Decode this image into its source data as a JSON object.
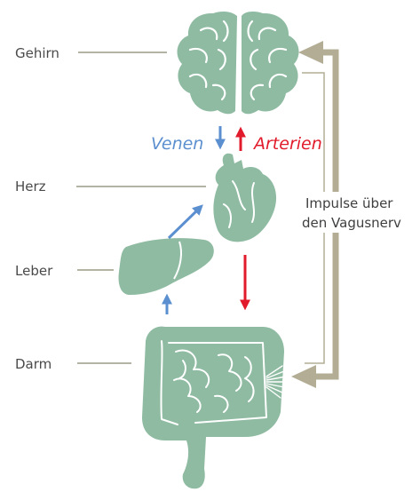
{
  "labels": {
    "brain": "Gehirn",
    "heart": "Herz",
    "liver": "Leber",
    "gut": "Darm"
  },
  "flow": {
    "veins": "Venen",
    "arteries": "Arterien"
  },
  "vagus": {
    "line1": "Impulse über",
    "line2": "den Vagusnerv"
  },
  "colors": {
    "organ_fill": "#8ebba1",
    "organ_line": "#ffffff",
    "vein_blue": "#5b8fcf",
    "artery_red": "#e11b2b",
    "leader_line": "#9c9c86",
    "vagus_path": "#b3ad96"
  }
}
